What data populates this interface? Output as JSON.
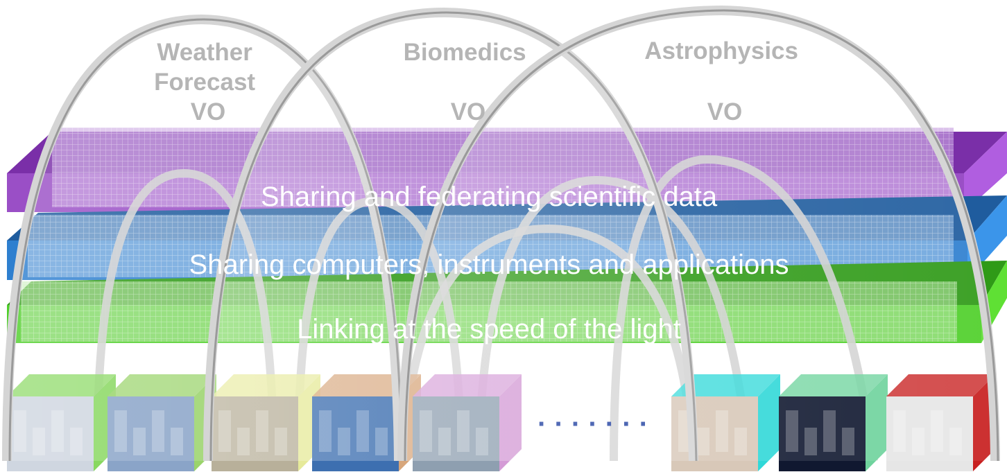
{
  "organizations": [
    {
      "name_lines": [
        "Weather",
        "Forecast",
        "VO"
      ]
    },
    {
      "name_lines": [
        "Biomedics",
        "VO"
      ]
    },
    {
      "name_lines": [
        "Astrophysics",
        "VO"
      ]
    }
  ],
  "layers": [
    {
      "label": "Sharing and federating scientific data",
      "color": "#9a4fc6"
    },
    {
      "label": "Sharing computers, instruments and applications",
      "color": "#2e7fcf"
    },
    {
      "label": "Linking at the speed of the light",
      "color": "#4fcf2a"
    }
  ],
  "resources": [
    {
      "color": "#88d860",
      "icon": "lab-cleanroom-image"
    },
    {
      "color": "#9ad36b",
      "icon": "radio-telescope-image"
    },
    {
      "color": "#e6ea9a",
      "icon": "industrial-plant-image"
    },
    {
      "color": "#d7a67b",
      "icon": "server-hardware-image"
    },
    {
      "color": "#d49bd6",
      "icon": "instrument-image"
    },
    {
      "color": "#2fd8d8",
      "icon": "surgeon-image"
    },
    {
      "color": "#6fd39d",
      "icon": "space-telescope-image"
    },
    {
      "color": "#c82020",
      "icon": "datacenter-image"
    }
  ],
  "ellipsis": "· · · · · · ·"
}
